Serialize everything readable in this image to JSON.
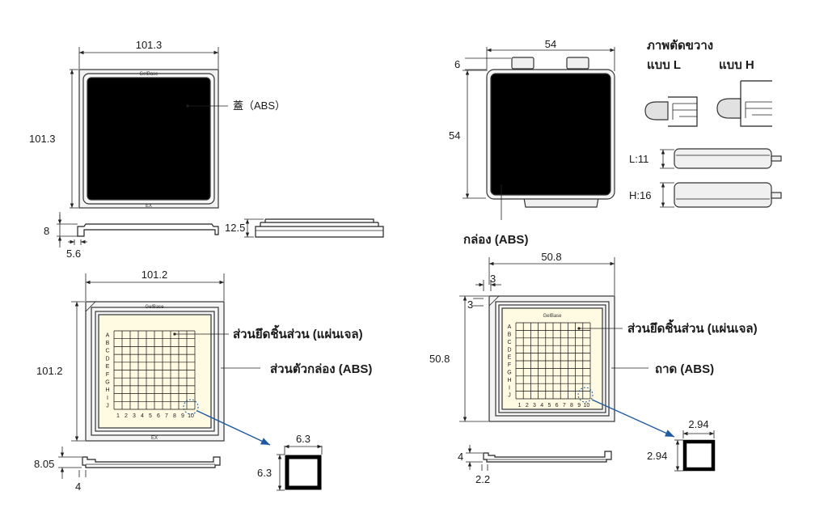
{
  "colors": {
    "lid_fill": "#e1e1e1",
    "frame_fill": "#f4f4f4",
    "gel_fill": "#fffbe3",
    "leader_blue": "#1c5aa6",
    "line": "#222222"
  },
  "large_lid": {
    "width": "101.3",
    "height": "101.3",
    "label": "蓋（ABS）",
    "brand": "GelBase",
    "mark": "EX",
    "side_height": "8",
    "side_step": "5.6",
    "stack_height": "12.5"
  },
  "large_tray": {
    "width": "101.2",
    "height": "101.2",
    "brand": "GelBase",
    "mark": "EX",
    "label_holder": "ส่วนยึดชิ้นส่วน (แผ่นเจล)",
    "label_body": "ส่วนตัวกล่อง  (ABS)",
    "side_height": "8.05",
    "side_step": "4",
    "cell_width": "6.3",
    "cell_height": "6.3",
    "rows": [
      "A",
      "B",
      "C",
      "D",
      "E",
      "F",
      "G",
      "H",
      "I",
      "J"
    ],
    "cols": [
      "1",
      "2",
      "3",
      "4",
      "5",
      "6",
      "7",
      "8",
      "9",
      "10"
    ]
  },
  "small_box": {
    "width": "54",
    "height": "54",
    "hinge": "6",
    "label": "กล่อง (ABS)",
    "section_title": "ภาพตัดขวาง",
    "type_l": "แบบ L",
    "type_h": "แบบ H",
    "height_l": "L:11",
    "height_h": "H:16"
  },
  "small_tray": {
    "width": "50.8",
    "height": "50.8",
    "offset_x": "3",
    "offset_y": "3",
    "brand": "GelBase",
    "label_holder": "ส่วนยึดชิ้นส่วน (แผ่นเจล)",
    "label_body": "ถาด (ABS)",
    "side_height": "4",
    "side_step": "2.2",
    "cell_width": "2.94",
    "cell_height": "2.94",
    "rows": [
      "A",
      "B",
      "C",
      "D",
      "E",
      "F",
      "G",
      "H",
      "I",
      "J"
    ],
    "cols": [
      "1",
      "2",
      "3",
      "4",
      "5",
      "6",
      "7",
      "8",
      "9",
      "10"
    ]
  }
}
